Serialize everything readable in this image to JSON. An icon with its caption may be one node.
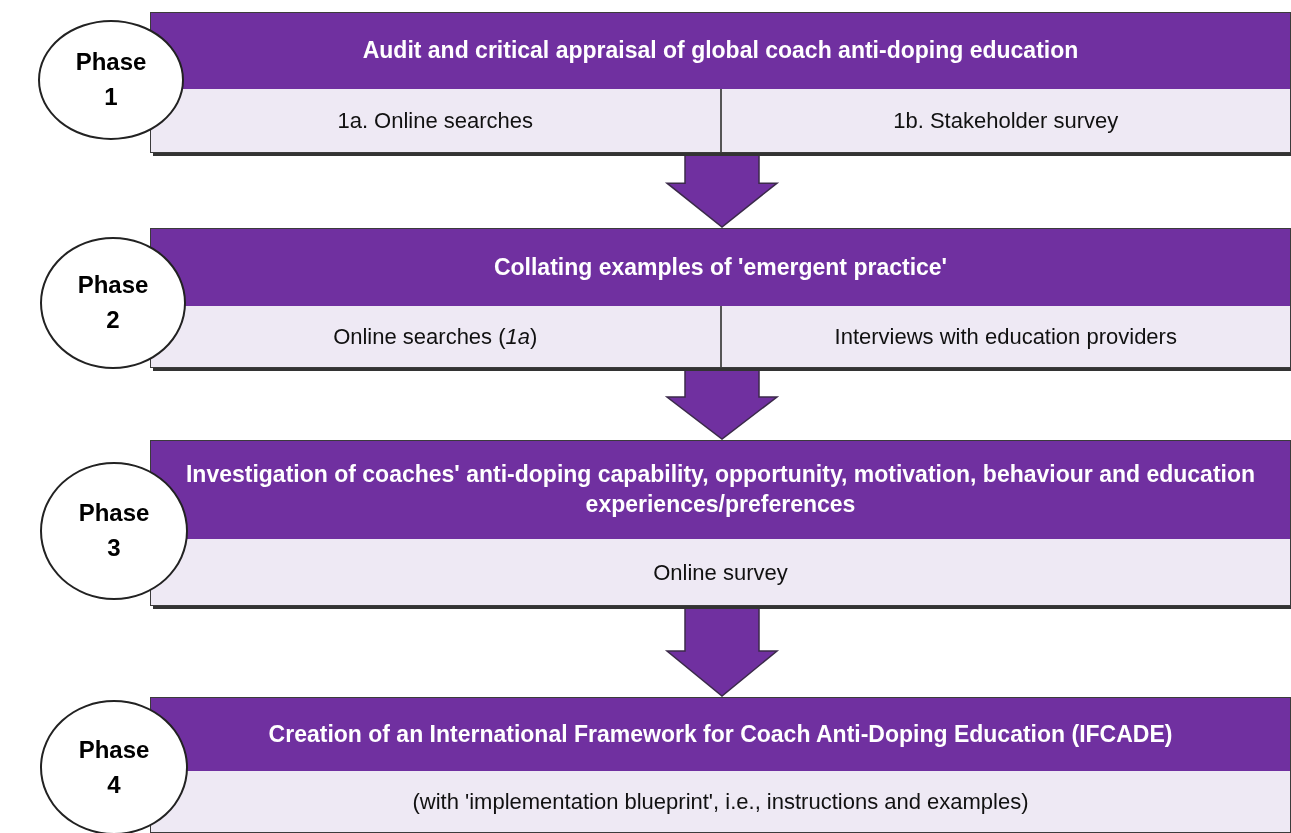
{
  "diagram": {
    "nodes": [
      {
        "text": [
          "Phase 1"
        ]
      },
      {
        "text": [
          "Audit and critical appraisal of global coach anti-doping education"
        ]
      },
      {
        "text": [
          "1a. Online searches"
        ],
        "in": 1
      },
      {
        "text": [
          "1b. Stakeholder survey"
        ],
        "in": 1
      },
      {
        "text": [
          "Phase 2"
        ]
      },
      {
        "text": [
          "Collating examples of 'emergent practice'"
        ]
      },
      {
        "text": [
          "Online searches (*1a*)"
        ],
        "in": 5
      },
      {
        "text": [
          "Interviews with education providers"
        ],
        "in": 5
      },
      {
        "text": [
          "Phase 3"
        ]
      },
      {
        "text": [
          "Investigation of coaches' anti-doping capability, opportunity, motivation, behaviour and education experiences/preferences"
        ]
      },
      {
        "text": [
          "Online survey"
        ],
        "in": 9
      },
      {
        "text": [
          "Phase 4"
        ]
      },
      {
        "text": [
          "Creation of an International Framework for Coach Anti-Doping Education (IFCADE)"
        ]
      },
      {
        "text": [
          "(with 'implementation blueprint', i.e., instructions and examples)"
        ],
        "in": 12
      }
    ],
    "edges": [
      {
        "from": 1,
        "to": 5,
        "arrow": "to",
        "style": "thick",
        "color": "#7030a0"
      },
      {
        "from": 5,
        "to": 9,
        "arrow": "to",
        "style": "thick",
        "color": "#7030a0"
      },
      {
        "from": 9,
        "to": 12,
        "arrow": "to",
        "style": "thick",
        "color": "#7030a0"
      }
    ]
  }
}
